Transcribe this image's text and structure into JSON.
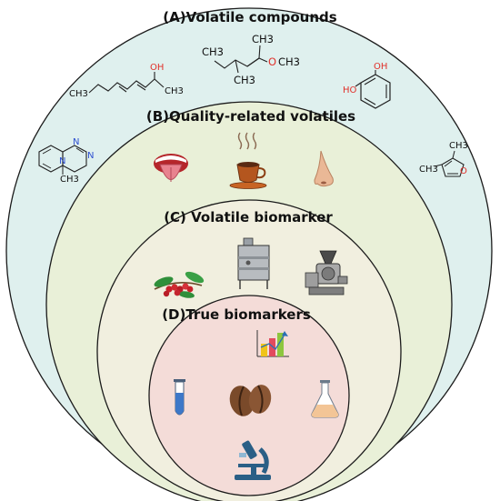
{
  "levels": [
    {
      "id": "A",
      "title": "(A)Volatile compounds",
      "color": "#dff0ee"
    },
    {
      "id": "B",
      "title": "(B)Quality-related volatiles",
      "color": "#e9f0d8"
    },
    {
      "id": "C",
      "title": "(C) Volatile biomarker",
      "color": "#f1efdf"
    },
    {
      "id": "D",
      "title": "(D)True biomarkers",
      "color": "#f4dcd8"
    }
  ],
  "molecules": {
    "chain_ch3": "CH3",
    "chain_oh": "OH",
    "chain_ch3_end": "CH3",
    "branched_ch3_top": "CH3",
    "branched_ch3_left": "CH3",
    "branched_ch3_bottom": "CH3",
    "branched_o": "O",
    "branched_ch3_right": "CH3",
    "catechol_oh_top": "OH",
    "catechol_ho_left": "HO",
    "pyrazine_n1": "N",
    "pyrazine_n2": "N",
    "pyrazine_n3": "N",
    "pyrazine_ch3": "CH3",
    "furan_o": "O",
    "furan_ch3_top": "CH3",
    "furan_ch3_left": "CH3"
  },
  "icons": [
    "tongue-icon",
    "coffee-cup-icon",
    "nose-icon",
    "coffee-cherries-icon",
    "fermentation-tank-icon",
    "coffee-grinder-icon",
    "bar-chart-icon",
    "test-tube-icon",
    "coffee-bean-icon",
    "flask-icon",
    "microscope-icon"
  ]
}
